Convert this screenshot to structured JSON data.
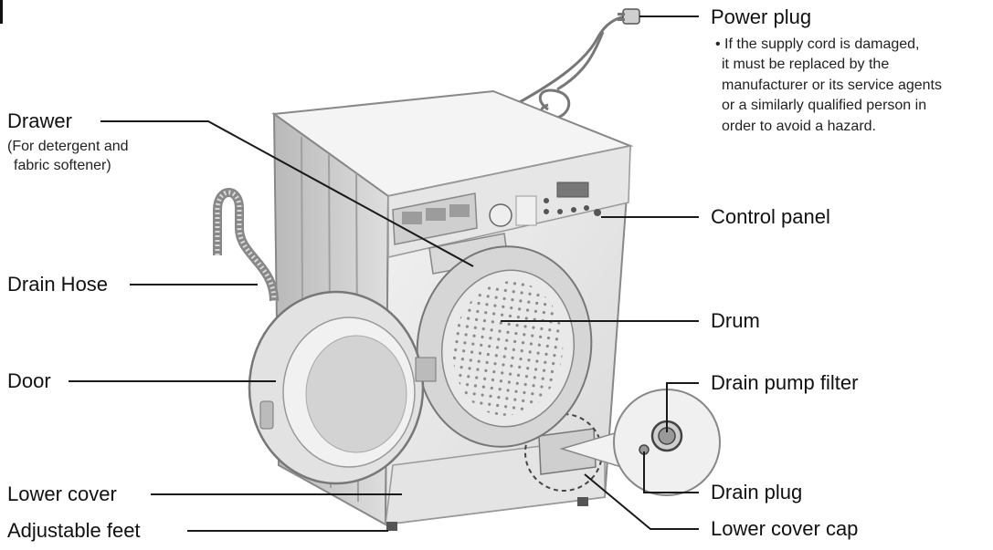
{
  "labels": {
    "power_plug": "Power plug",
    "power_plug_note": [
      "• If the supply cord is damaged,",
      "it must be replaced by the",
      "manufacturer or its service agents",
      "or a similarly qualified person in",
      "order to avoid a hazard."
    ],
    "drawer": "Drawer",
    "drawer_note": [
      "(For detergent and",
      "fabric softener)"
    ],
    "control_panel": "Control panel",
    "drain_hose": "Drain Hose",
    "drum": "Drum",
    "door": "Door",
    "drain_pump_filter": "Drain pump filter",
    "drain_plug": "Drain plug",
    "lower_cover": "Lower cover",
    "lower_cover_cap": "Lower cover cap",
    "adjustable_feet": "Adjustable feet"
  },
  "colors": {
    "line": "#1a1a1a",
    "machine_light": "#ececec",
    "machine_mid": "#d4d4d4",
    "machine_dark": "#a9a9a9"
  }
}
